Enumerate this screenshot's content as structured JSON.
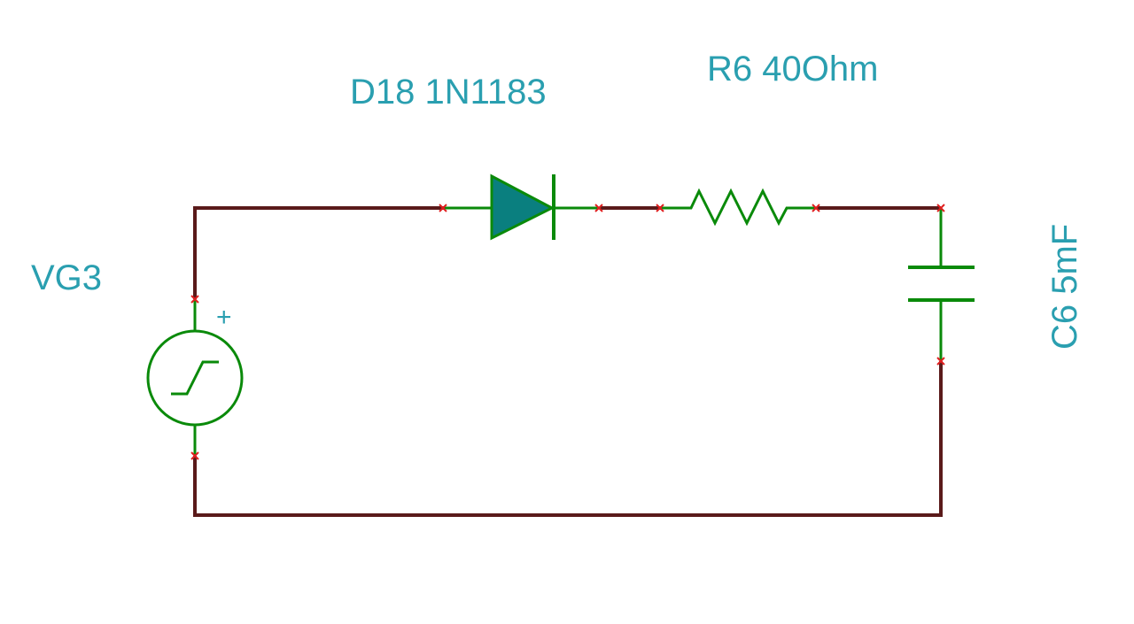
{
  "components": {
    "source": {
      "label": "VG3",
      "polarity": "+"
    },
    "diode": {
      "label": "D18 1N1183"
    },
    "resistor": {
      "label": "R6 40Ohm"
    },
    "capacitor": {
      "label": "C6 5mF"
    }
  },
  "colors": {
    "wire": "#5a1a1a",
    "component": "#0a8a0a",
    "diode_fill": "#0a7f7f",
    "label": "#2a9fb0",
    "pin_marker": "#e02020",
    "background": "#ffffff"
  }
}
